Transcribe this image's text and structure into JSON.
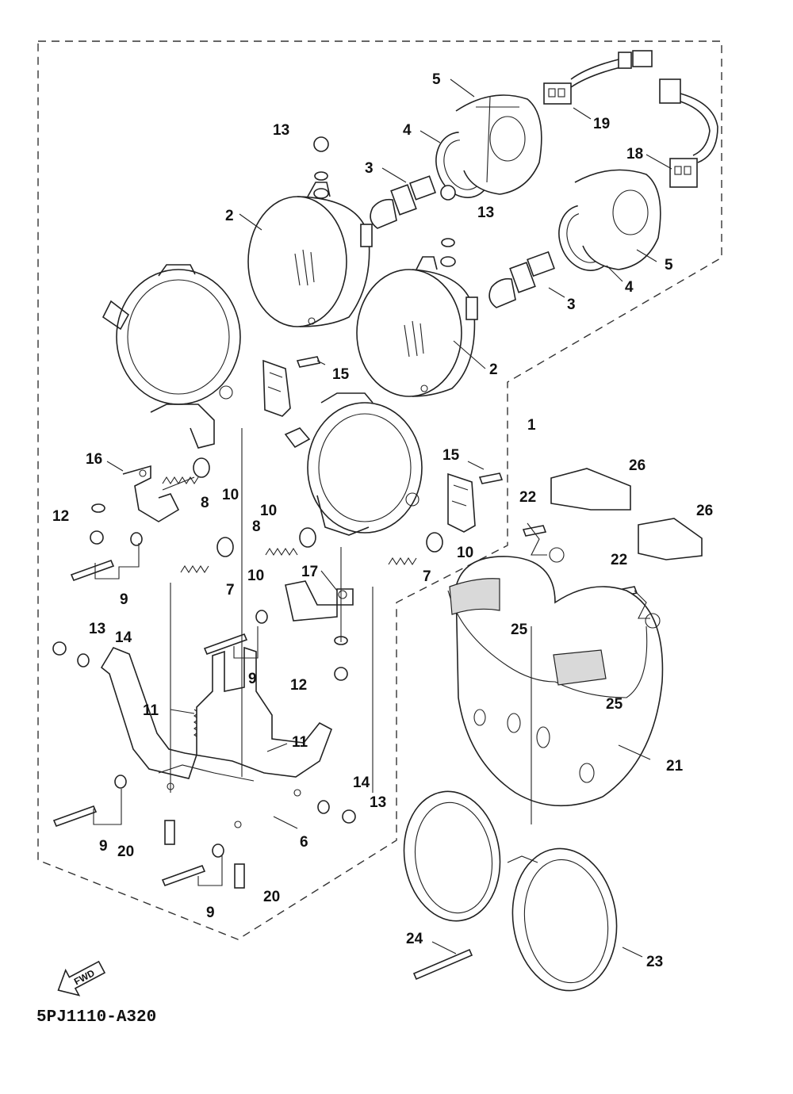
{
  "diagram": {
    "callouts": [
      "1",
      "2",
      "2",
      "3",
      "3",
      "4",
      "4",
      "5",
      "5",
      "6",
      "7",
      "7",
      "8",
      "8",
      "9",
      "9",
      "9",
      "9",
      "10",
      "10",
      "10",
      "10",
      "11",
      "11",
      "12",
      "12",
      "13",
      "13",
      "13",
      "13",
      "14",
      "14",
      "15",
      "15",
      "16",
      "17",
      "18",
      "19",
      "20",
      "20",
      "21",
      "22",
      "22",
      "23",
      "24",
      "25",
      "25",
      "26",
      "26"
    ],
    "fwd_label": "FWD",
    "drawing_code": "5PJ1110-A320"
  }
}
